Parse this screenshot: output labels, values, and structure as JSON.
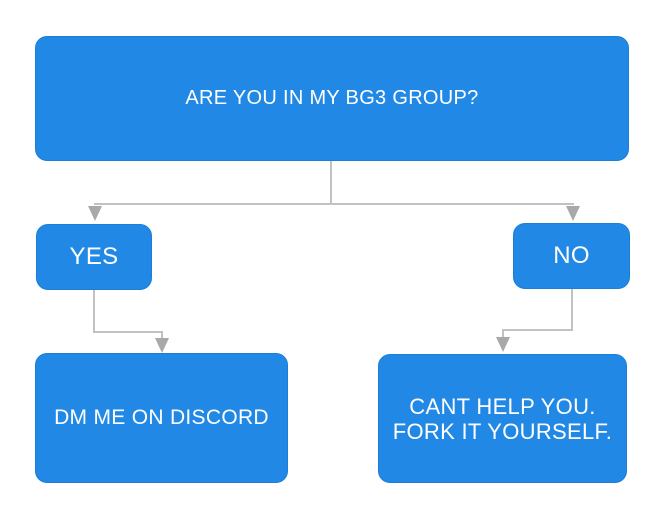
{
  "theme": {
    "canvas_bg": "#ffffff",
    "node_fill": "#2189e5",
    "node_border": "#1b7fd6",
    "node_text": "#ffffff",
    "connector_line": "#c2c2c2",
    "connector_arrow": "#a9a9a9"
  },
  "flowchart": {
    "nodes": {
      "question": {
        "label": "ARE YOU IN MY BG3 GROUP?"
      },
      "yes": {
        "label": "YES"
      },
      "no": {
        "label": "NO"
      },
      "yes_result": {
        "label": "DM ME ON DISCORD"
      },
      "no_result": {
        "line1": "CANT HELP YOU.",
        "line2": "FORK IT YOURSELF."
      }
    },
    "edges": [
      {
        "from": "question",
        "to": "yes"
      },
      {
        "from": "question",
        "to": "no"
      },
      {
        "from": "yes",
        "to": "yes_result"
      },
      {
        "from": "no",
        "to": "no_result"
      }
    ]
  }
}
